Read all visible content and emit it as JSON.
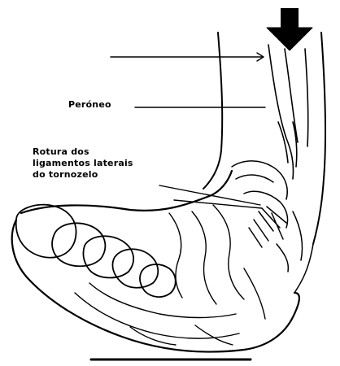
{
  "labels": {
    "peroneo": "Perónео",
    "rotura_line1": "Rotura dos",
    "rotura_line2": "ligamentos laterais",
    "rotura_line3": "do tornozelo"
  },
  "colors": {
    "ink": "#000000",
    "paper": "#ffffff"
  },
  "icons": {
    "force_arrow": "down-arrow-icon"
  }
}
